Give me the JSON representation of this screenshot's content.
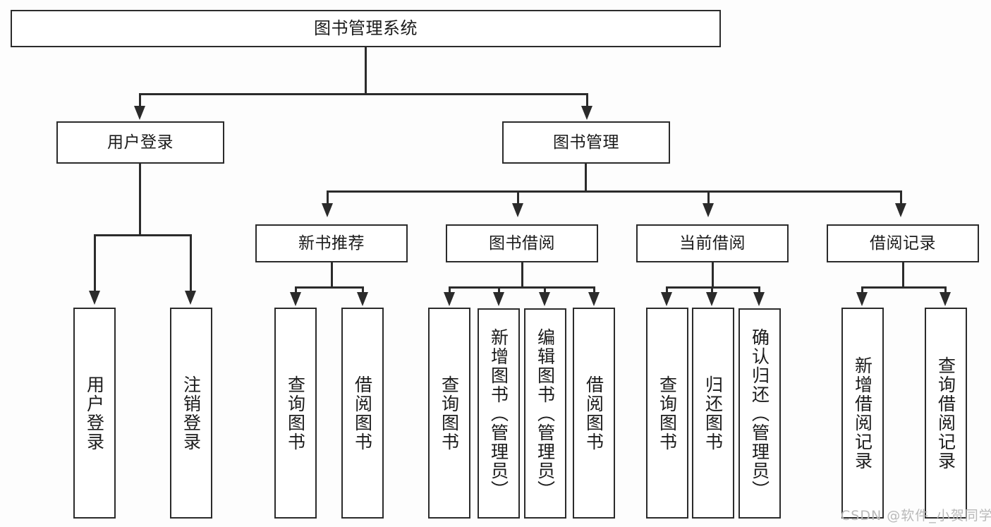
{
  "diagram": {
    "type": "tree",
    "title": "图书管理系统",
    "root": {
      "label": "图书管理系统"
    },
    "level2": [
      {
        "label": "用户登录"
      },
      {
        "label": "图书管理"
      }
    ],
    "level3": [
      {
        "label": "新书推荐"
      },
      {
        "label": "图书借阅"
      },
      {
        "label": "当前借阅"
      },
      {
        "label": "借阅记录"
      }
    ],
    "leaves": {
      "user_login": [
        {
          "label": "用户登录"
        },
        {
          "label": "注销登录"
        }
      ],
      "new_book_recommend": [
        {
          "label": "查询图书"
        },
        {
          "label": "借阅图书"
        }
      ],
      "book_borrow": [
        {
          "label": "查询图书"
        },
        {
          "label": "新增图书（管理员）"
        },
        {
          "label": "编辑图书（管理员）"
        },
        {
          "label": "借阅图书"
        }
      ],
      "current_borrow": [
        {
          "label": "查询图书"
        },
        {
          "label": "归还图书"
        },
        {
          "label": "确认归还（管理员）"
        }
      ],
      "borrow_record": [
        {
          "label": "新增借阅记录"
        },
        {
          "label": "查询借阅记录"
        }
      ]
    }
  },
  "watermark": {
    "text": "CSDN @软件_小贺同学"
  },
  "colors": {
    "line": "#2b2b2b",
    "box_fill": "#ffffff",
    "text": "#1b1b1b",
    "background": "#fdfdfd",
    "watermark": "#b9b9b9"
  }
}
